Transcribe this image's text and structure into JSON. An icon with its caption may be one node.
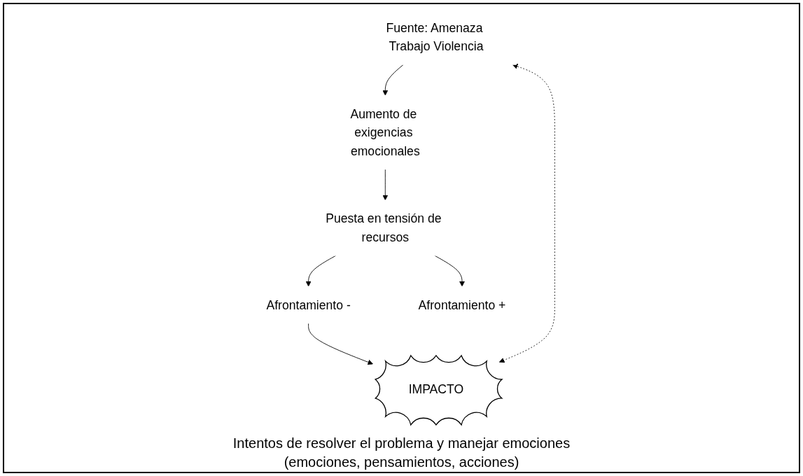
{
  "diagram": {
    "nodes": [
      {
        "text": [
          "Fuente: Amenaza Trabajo Violencia"
        ]
      },
      {
        "text": [
          "Aumento de exigencias emocionales"
        ]
      },
      {
        "text": [
          "Puesta en tensión de recursos"
        ]
      },
      {
        "text": [
          "Afrontamiento -"
        ]
      },
      {
        "text": [
          "Afrontamiento +"
        ]
      },
      {
        "text": [
          "IMPACTO"
        ]
      }
    ],
    "edges": [
      {
        "from": 0,
        "to": 1,
        "arrow": "to"
      },
      {
        "from": 1,
        "to": 2,
        "arrow": "to"
      },
      {
        "from": 2,
        "to": 3,
        "arrow": "to"
      },
      {
        "from": 2,
        "to": 4,
        "arrow": "to"
      },
      {
        "from": 3,
        "to": 5,
        "arrow": "to"
      },
      {
        "from": 0,
        "to": 5,
        "arrow": "both",
        "style": "dashed"
      }
    ],
    "labels": [
      "Intentos de resolver el problema y manejar emociones",
      "(emociones, pensamientos, acciones)"
    ]
  }
}
